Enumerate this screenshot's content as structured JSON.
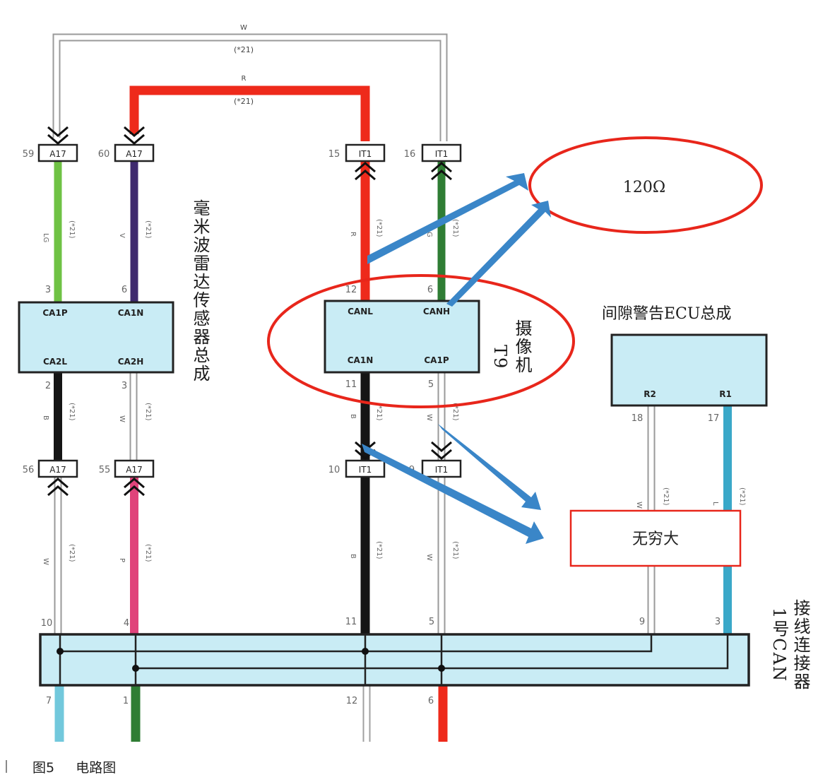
{
  "caption": {
    "figure": "图5",
    "title": "电路图"
  },
  "components": {
    "radar": {
      "title": "毫米波雷达传感器总成",
      "pins": [
        "CA1P",
        "CA1N",
        "CA2L",
        "CA2H"
      ]
    },
    "camera": {
      "title_line1": "T9",
      "title_line2": "摄像机",
      "pins": [
        "CANL",
        "CANH",
        "CA1N",
        "CA1P"
      ]
    },
    "ecu": {
      "title": "间隙警告ECU总成",
      "pins": [
        "R2",
        "R1"
      ]
    },
    "junction": {
      "title_line1": "1号CAN",
      "title_line2": "接线连接器"
    }
  },
  "annotations": {
    "resistance": "120Ω",
    "open_circuit": "无穷大"
  },
  "wires_top": {
    "white_color": "W",
    "white_code": "(*21)",
    "red_color": "R",
    "red_code": "(*21)"
  },
  "connectors": [
    {
      "pin": "59",
      "label": "A17"
    },
    {
      "pin": "60",
      "label": "A17"
    },
    {
      "pin": "15",
      "label": "IT1"
    },
    {
      "pin": "16",
      "label": "IT1"
    },
    {
      "pin": "56",
      "label": "A17"
    },
    {
      "pin": "55",
      "label": "A17"
    },
    {
      "pin": "10",
      "label": "IT1"
    },
    {
      "pin": "9",
      "label": "IT1"
    }
  ],
  "pin_numbers": {
    "radar_top_left": "3",
    "radar_top_right": "6",
    "radar_bottom_left": "2",
    "radar_bottom_right": "3",
    "camera_top_left": "12",
    "camera_top_right": "6",
    "camera_bottom_left": "11",
    "camera_bottom_right": "5",
    "ecu_left": "18",
    "ecu_right": "17",
    "junction_top": [
      "10",
      "4",
      "11",
      "5",
      "9",
      "3"
    ],
    "junction_bottom": [
      "7",
      "1",
      "12",
      "6"
    ]
  },
  "wire_labels": {
    "code": "(*21)",
    "radar_top_left": "LG",
    "radar_top_right": "V",
    "radar_bottom_left": "B",
    "radar_bottom_right": "W",
    "radar_low_left": "W",
    "radar_low_right": "P",
    "camera_top_left": "R",
    "camera_top_right": "G",
    "camera_bottom_left": "B",
    "camera_bottom_right": "W",
    "camera_low_left": "B",
    "camera_low_right": "W",
    "ecu_left": "W",
    "ecu_right": "L"
  },
  "colors": {
    "box_fill": "#c9ecf5",
    "green": "#6fc244",
    "purple": "#3f2a6e",
    "red": "#ee2a1b",
    "black": "#151515",
    "pink": "#e0437a",
    "cyan": "#72c8dc",
    "ecu_blue": "#3aa8c8",
    "dark_green": "#2f7d34",
    "arrow": "#3a86c8",
    "ellipse": "#e8261b"
  }
}
